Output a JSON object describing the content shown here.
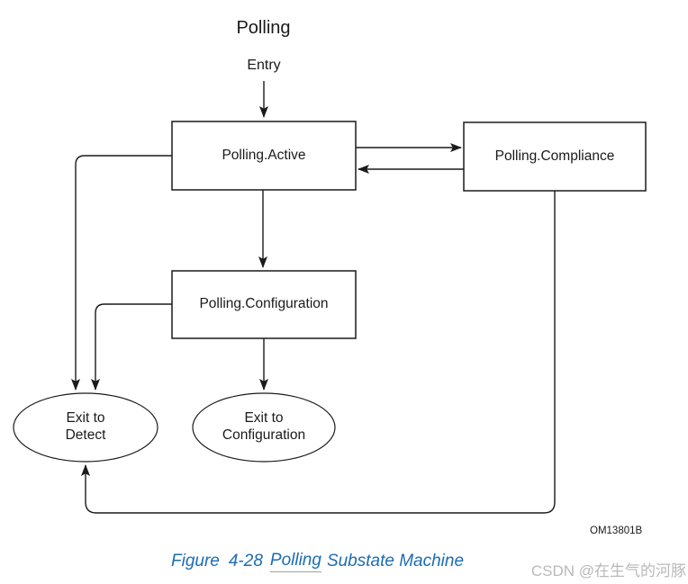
{
  "diagram": {
    "title": "Polling",
    "entry_label": "Entry",
    "states": {
      "active": "Polling.Active",
      "compliance": "Polling.Compliance",
      "configuration": "Polling.Configuration"
    },
    "exit_to_detect": {
      "line1": "Exit to",
      "line2": "Detect"
    },
    "exit_to_configuration": {
      "line1": "Exit to",
      "line2": "Configuration"
    },
    "part_number": "OM13801B"
  },
  "caption": {
    "figure_label": "Figure",
    "figure_number": "4-28",
    "word_underlined": "Polling",
    "rest": "Substate Machine",
    "color": "#1b6cb3"
  },
  "watermark": {
    "text": "CSDN @在生气的河豚",
    "color": "#b9b9b9"
  },
  "colors": {
    "line": "#1a1a1a",
    "background": "#ffffff"
  }
}
